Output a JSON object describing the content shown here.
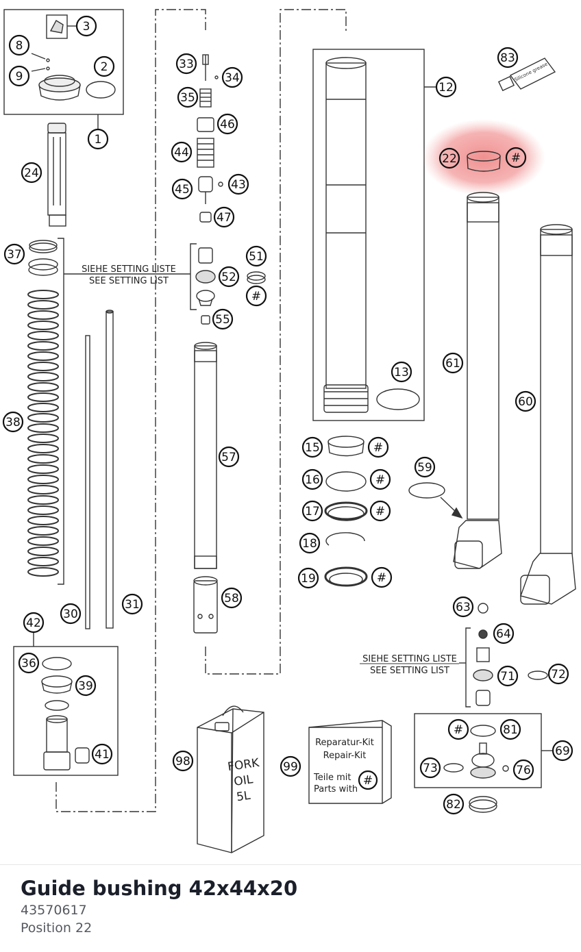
{
  "part": {
    "name": "Guide bushing 42x44x20",
    "number": "43570617",
    "position": "Position 22"
  },
  "diagram": {
    "highlight_color": "#f08a8a",
    "callouts": [
      "1",
      "2",
      "3",
      "8",
      "9",
      "12",
      "13",
      "15",
      "16",
      "17",
      "18",
      "19",
      "22",
      "24",
      "30",
      "31",
      "33",
      "34",
      "35",
      "36",
      "37",
      "38",
      "39",
      "41",
      "42",
      "43",
      "44",
      "45",
      "46",
      "47",
      "51",
      "52",
      "55",
      "57",
      "58",
      "59",
      "60",
      "61",
      "63",
      "64",
      "69",
      "71",
      "72",
      "73",
      "76",
      "81",
      "82",
      "83",
      "98",
      "99",
      "#"
    ],
    "notes": {
      "setting_de": "SIEHE SETTING LISTE",
      "setting_en": "SEE SETTING LIST"
    },
    "oil_can": {
      "line1": "FORK",
      "line2": "OIL",
      "line3": "5L"
    },
    "kit_box": {
      "line1": "Reparatur-Kit",
      "line2": "Repair-Kit",
      "line3": "Teile mit",
      "line4": "Parts with",
      "mark": "#"
    },
    "tube_label": "Silicone grease"
  }
}
